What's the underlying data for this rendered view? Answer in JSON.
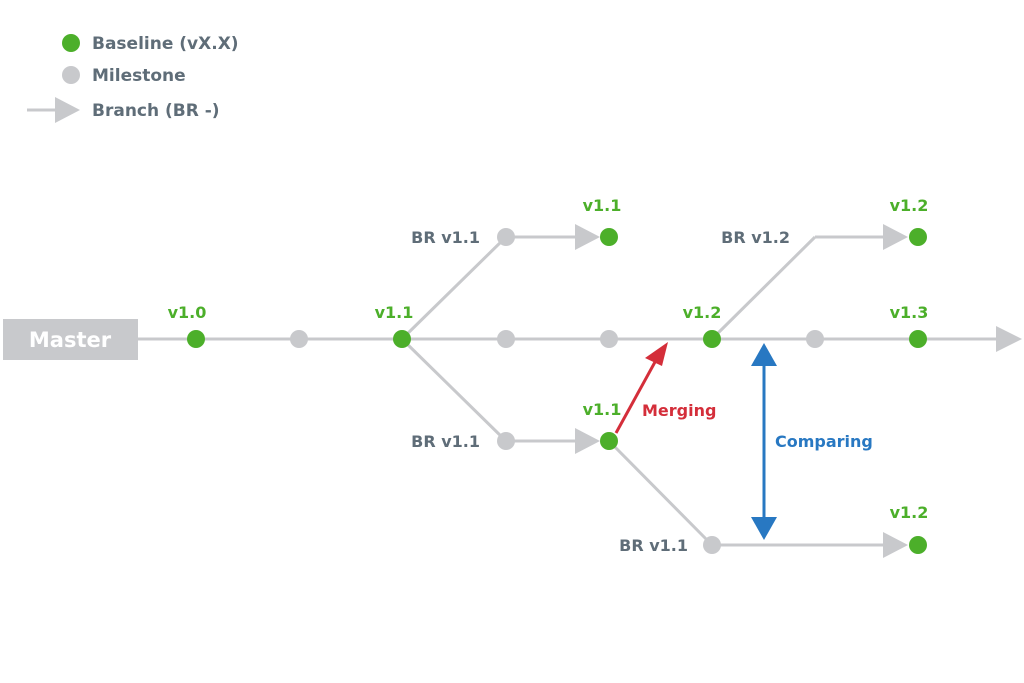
{
  "colors": {
    "baseline": "#4caf2a",
    "milestone": "#c8c9cc",
    "line": "#c8c9cc",
    "text": "#5f6d78",
    "merge": "#d42e3a",
    "compare": "#2878c2",
    "master_bg": "#c8c9cc",
    "master_text": "#ffffff"
  },
  "legend": {
    "baseline": "Baseline (vX.X)",
    "milestone": "Milestone",
    "branch": "Branch (BR -)"
  },
  "master": {
    "label": "Master"
  },
  "main_line": {
    "labels": [
      "v1.0",
      "v1.1",
      "v1.2",
      "v1.3"
    ]
  },
  "upper_branch_1": {
    "branch_label": "BR v1.1",
    "version": "v1.1"
  },
  "upper_branch_2": {
    "branch_label": "BR v1.2",
    "version": "v1.2"
  },
  "lower_branch_1": {
    "branch_label": "BR v1.1",
    "version": "v1.1"
  },
  "lower_branch_2": {
    "branch_label": "BR v1.1",
    "version": "v1.2"
  },
  "annotations": {
    "merging": "Merging",
    "comparing": "Comparing"
  }
}
